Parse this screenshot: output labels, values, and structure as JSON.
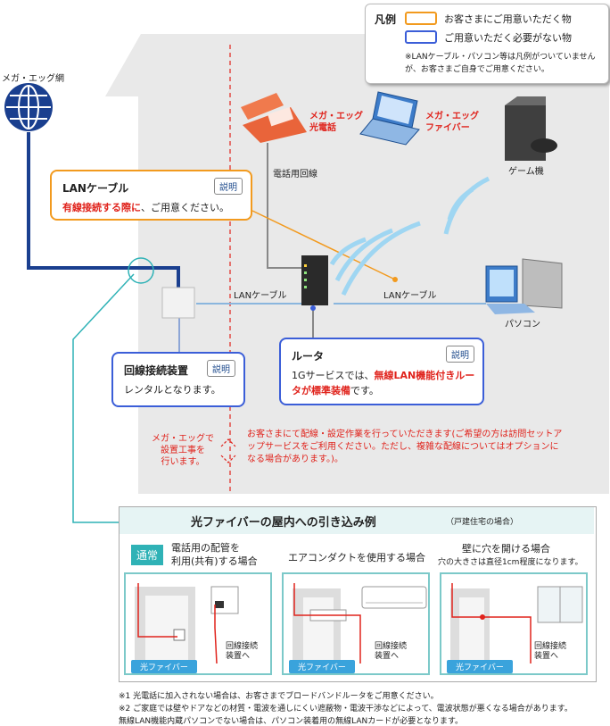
{
  "legend": {
    "title": "凡例",
    "prepare_label": "お客さまにご用意いただく物",
    "not_needed_label": "ご用意いただく必要がない物",
    "note": "※LANケーブル・パソコン等は凡例がついていませんが、お客さまご自身でご用意ください。",
    "colors": {
      "prepare": "#f29a1e",
      "not_needed": "#3b5ed8"
    }
  },
  "network": {
    "label": "メガ・エッグ網"
  },
  "devices": {
    "phone": "メガ・エッグ\n光電話",
    "laptop": "メガ・エッグ\nファイバー",
    "game": "ゲーム機",
    "pc": "パソコン",
    "phone_line": "電話用回線",
    "lan_cable_left": "LANケーブル",
    "lan_cable_right": "LANケーブル"
  },
  "callouts": {
    "lan": {
      "title": "LANケーブル",
      "button": "説明",
      "body_red": "有線接続する際に",
      "body_rest": "、ご用意ください。"
    },
    "line_device": {
      "title": "回線接続装置",
      "button": "説明",
      "body": "レンタルとなります。"
    },
    "router": {
      "title": "ルータ",
      "button": "説明",
      "body_pre": "1Gサービスでは、",
      "body_red": "無線LAN機能付きルータが標準装備",
      "body_post": "です。"
    }
  },
  "install": {
    "left": "メガ・エッグで\n設置工事を\n行います。",
    "right": "お客さまにて配線・設定作業を行っていただきます(ご希望の方は訪問セットアップサービスをご利用ください。ただし、複雑な配線についてはオプションになる場合があります。)。"
  },
  "fiber": {
    "title": "光ファイバーの屋内への引き込み例",
    "subtitle": "（戸建住宅の場合）",
    "badge": "通常",
    "methods": [
      {
        "heading": "電話用の配管を\n利用(共有)する場合",
        "fiber_label": "光ファイバー",
        "device_label": "回線接続\n装置へ"
      },
      {
        "heading": "エアコンダクトを使用する場合",
        "fiber_label": "光ファイバー",
        "device_label": "回線接続\n装置へ"
      },
      {
        "heading": "壁に穴を開ける場合",
        "subheading": "穴の大きさは直径1cm程度になります。",
        "fiber_label": "光ファイバー",
        "device_label": "回線接続\n装置へ"
      }
    ]
  },
  "notes": [
    "※1 光電話に加入されない場合は、お客さまでブロードバンドルータをご用意ください。",
    "※2 ご家庭では壁やドアなどの材質・電波を通しにくい遮蔽物・電波干渉などによって、電波状態が悪くなる場合があります。",
    "無線LAN機能内蔵パソコンでない場合は、パソコン装着用の無線LANカードが必要となります。"
  ]
}
